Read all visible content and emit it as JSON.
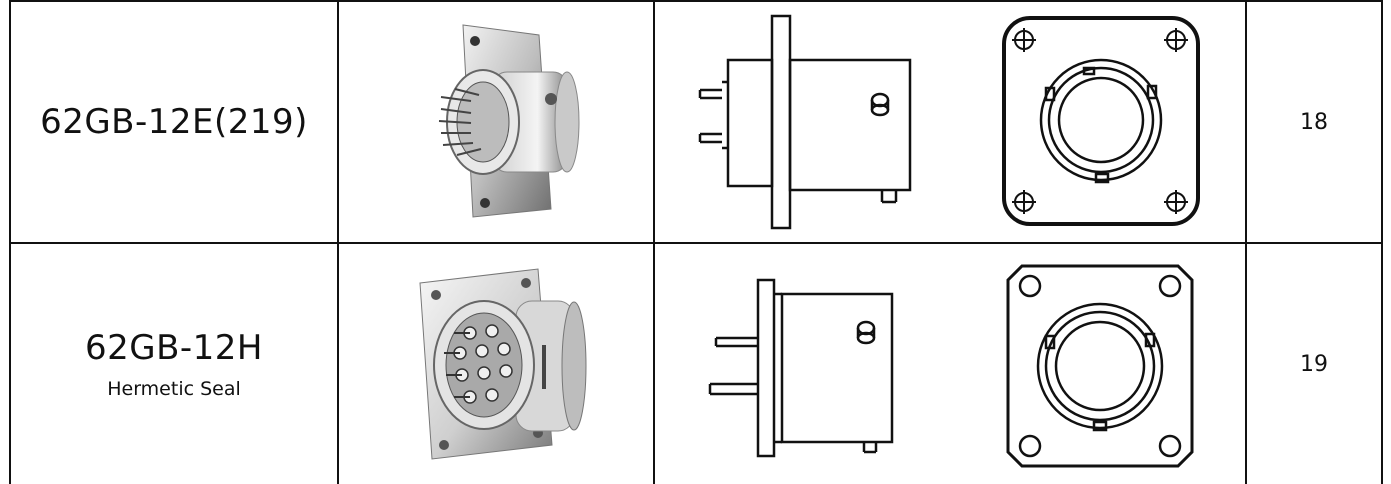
{
  "rows": [
    {
      "model": "62GB-12E(219)",
      "subtitle": "",
      "page": "18"
    },
    {
      "model": "62GB-12H",
      "subtitle": "Hermetic Seal",
      "page": "19"
    }
  ],
  "icons": {
    "photo": "connector-photo-icon",
    "side_view": "connector-side-view-icon",
    "front_view": "connector-front-view-icon"
  },
  "colors": {
    "line": "#111111",
    "metal_light": "#d9d9d9",
    "metal_dark": "#6f6f6f"
  }
}
